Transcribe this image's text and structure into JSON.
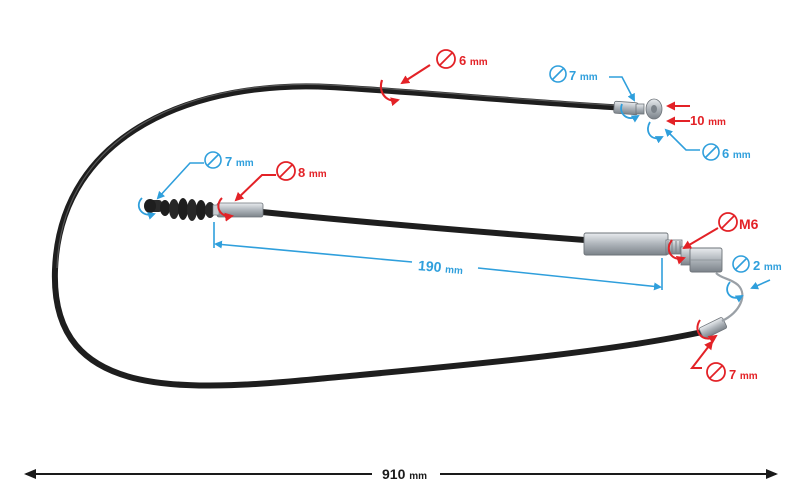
{
  "colors": {
    "red": "#e32227",
    "blue": "#2f9fdc",
    "cable": "#1e1e1e",
    "metal": "#b9bec4",
    "arrow": "#1a1a1a"
  },
  "icons": [
    "diameter-symbol-icon",
    "rotation-arrow-icon",
    "pointer-arrow-icon"
  ],
  "annotations": {
    "outer_sheath": {
      "value": "6",
      "unit": "mm"
    },
    "top_ferrule": {
      "value": "7",
      "unit": "mm"
    },
    "top_nipple_length": {
      "value": "10",
      "unit": "mm"
    },
    "top_nipple": {
      "value": "6",
      "unit": "mm"
    },
    "left_end": {
      "value": "7",
      "unit": "mm"
    },
    "left_ferrule": {
      "value": "8",
      "unit": "mm"
    },
    "adjuster_thread": {
      "value": "M6",
      "unit": ""
    },
    "inner_wire": {
      "value": "2",
      "unit": "mm"
    },
    "bottom_ferrule": {
      "value": "7",
      "unit": "mm"
    }
  },
  "dimensions": {
    "inner_length": {
      "value": "190",
      "unit": "mm"
    },
    "overall_length": {
      "value": "910",
      "unit": "mm"
    }
  }
}
